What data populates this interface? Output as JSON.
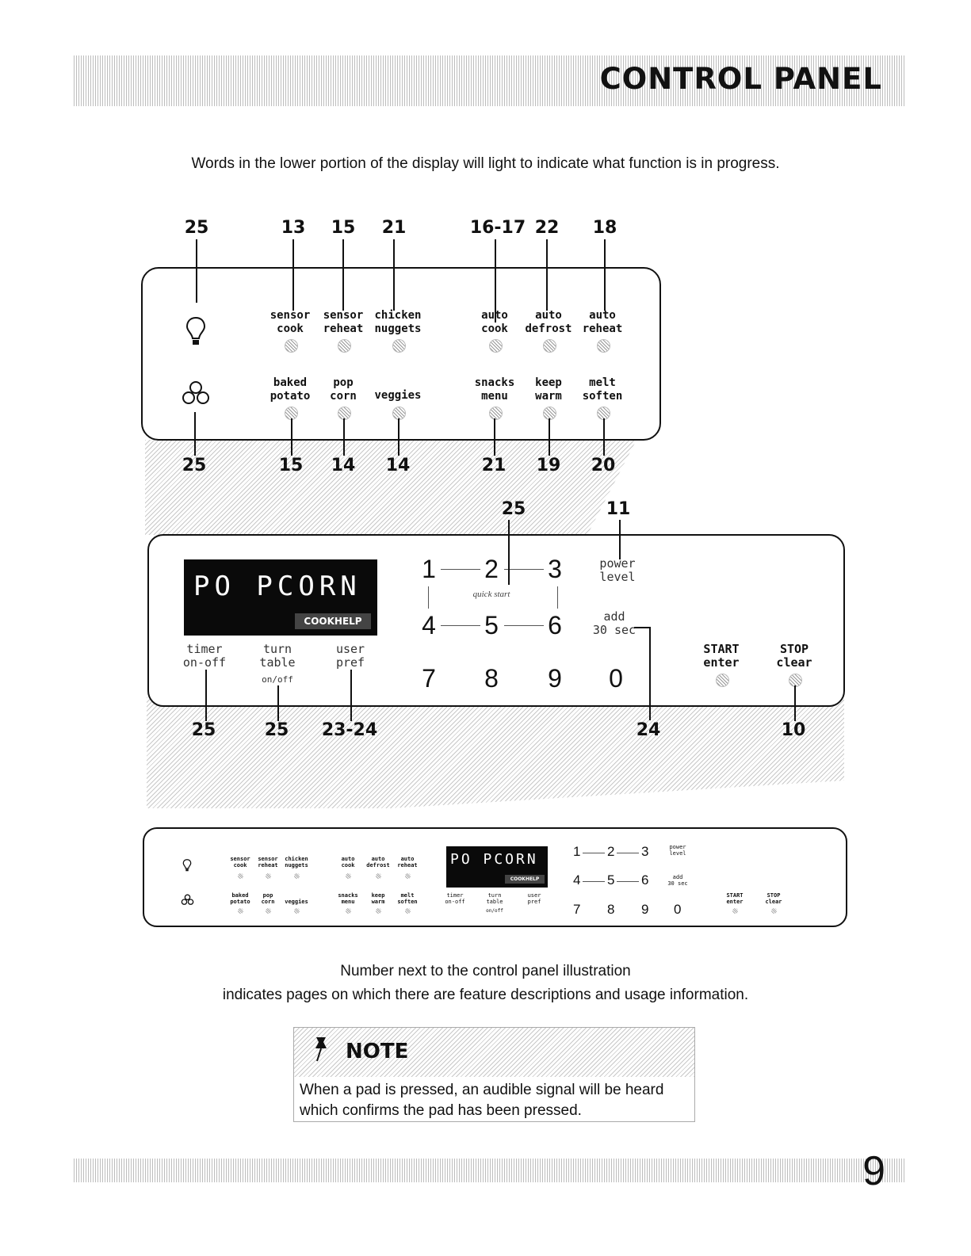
{
  "header": {
    "title": "CONTROL PANEL"
  },
  "intro_text": "Words in the lower portion of the display will light to indicate what function is in progress.",
  "top_panel": {
    "top_numbers": [
      "25",
      "13",
      "15",
      "21",
      "16-17",
      "22",
      "18"
    ],
    "bottom_numbers": [
      "25",
      "15",
      "14",
      "14",
      "21",
      "19",
      "20"
    ],
    "row1_labels": [
      "sensor\ncook",
      "sensor\nreheat",
      "chicken\nnuggets",
      "auto\ncook",
      "auto\ndefrost",
      "auto\nreheat"
    ],
    "row2_labels": [
      "baked\npotato",
      "pop\ncorn",
      "veggies",
      "snacks\nmenu",
      "keep\nwarm",
      "melt\nsoften"
    ],
    "light_icon": "light-bulb-icon",
    "fan_icon": "fan-icon"
  },
  "main_panel": {
    "top_numbers": [
      "25",
      "11"
    ],
    "bottom_numbers": [
      "25",
      "25",
      "23-24",
      "24",
      "10"
    ],
    "display_text": "PO PCORN",
    "cookhelp": "COOKHELP",
    "left_labels": [
      "timer\non-off",
      "turn\ntable",
      "user\npref"
    ],
    "onoff": "on/off",
    "keypad_digits": [
      "1",
      "2",
      "3",
      "4",
      "5",
      "6",
      "7",
      "8",
      "9",
      "0"
    ],
    "quick_start": "quick start",
    "power_level": "power\nlevel",
    "add_30": "add\n30 sec",
    "start": "START\nenter",
    "stop": "STOP\nclear"
  },
  "footnote_line1": "Number next to the control panel illustration",
  "footnote_line2": "indicates pages on which there are feature descriptions and usage information.",
  "note": {
    "title": "NOTE",
    "text_line1": "When a pad is pressed, an audible signal will be heard",
    "text_line2": "which confirms the pad has been pressed.",
    "icon": "pushpin-icon"
  },
  "page_number": "9"
}
